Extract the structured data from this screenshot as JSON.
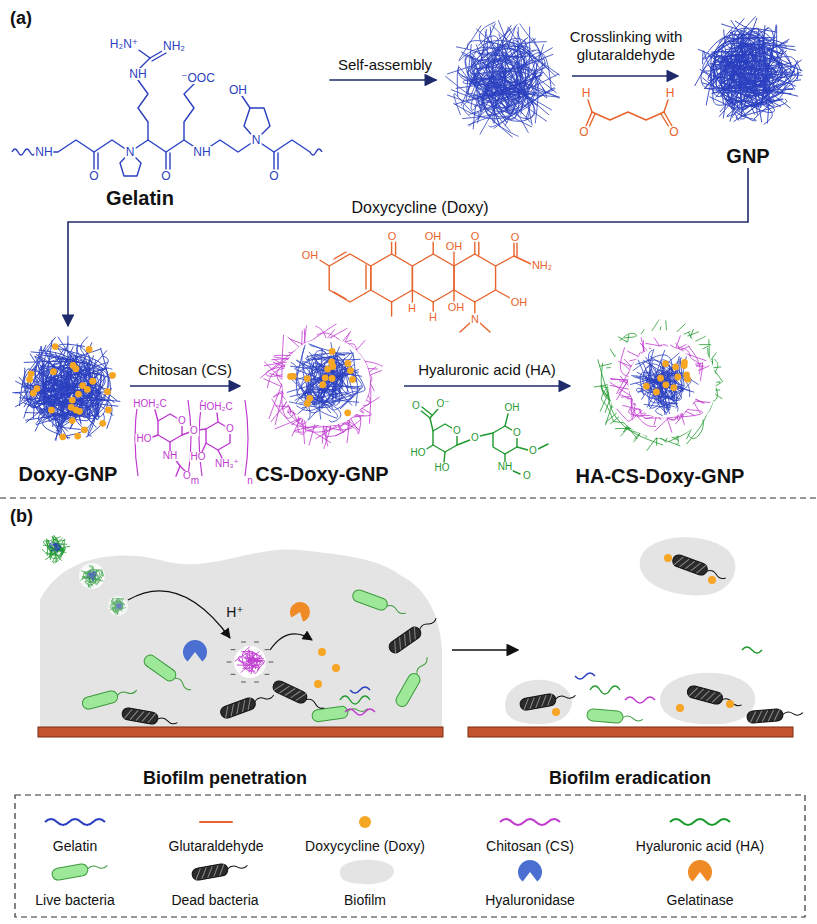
{
  "diagram": {
    "nodes": [
      {
        "text": [
          "Gelatin"
        ]
      },
      {
        "text": [
          "GNP"
        ]
      },
      {
        "text": [
          "Doxy-GNP"
        ]
      },
      {
        "text": [
          "CS-Doxy-GNP"
        ]
      },
      {
        "text": [
          "HA-CS-Doxy-GNP"
        ]
      }
    ],
    "edges": [
      {
        "from": 1,
        "to": 2,
        "arrow": "to",
        "label": "Doxycycline (Doxy)"
      },
      {
        "from": 2,
        "to": 3,
        "arrow": "to",
        "label": "Chitosan (CS)"
      },
      {
        "from": 3,
        "to": 4,
        "arrow": "to",
        "label": "Hyaluronic acid (HA)"
      }
    ],
    "labels": [
      "(a)",
      "Self-assembly",
      "Crosslinking with glutaraldehyde",
      "NH",
      "O",
      "N",
      "NH",
      "H₂N⁺",
      "NH₂",
      "O",
      "⁻OOC",
      "NH",
      "N",
      "OH",
      "O",
      "OH",
      "O",
      "OH",
      "OH",
      "O",
      "O",
      "NH₂",
      "OH",
      "H",
      "H",
      "OH",
      "N",
      "H",
      "O",
      "H",
      "O",
      "HOH₂C",
      "HO",
      "O",
      "O",
      "NH",
      "O",
      "HO",
      "O",
      "NH₃⁺",
      "HOH₂C",
      "m",
      "n",
      "O",
      "O⁻",
      "O",
      "HO",
      "HO",
      "O",
      "OH",
      "O",
      "NH",
      "O",
      "O",
      "(b)",
      "H⁺",
      "Biofilm penetration",
      "Biofilm eradication"
    ],
    "legend": [
      {
        "text": "Gelatin"
      },
      {
        "text": "Glutaraldehyde"
      },
      {
        "text": "Doxycycline (Doxy)"
      },
      {
        "text": "Chitosan (CS)"
      },
      {
        "text": "Hyaluronic acid (HA)"
      },
      {
        "text": "Live bacteria"
      },
      {
        "text": "Dead bacteria"
      },
      {
        "text": "Biofilm"
      },
      {
        "text": "Hyaluronidase"
      },
      {
        "text": "Gelatinase"
      }
    ]
  }
}
